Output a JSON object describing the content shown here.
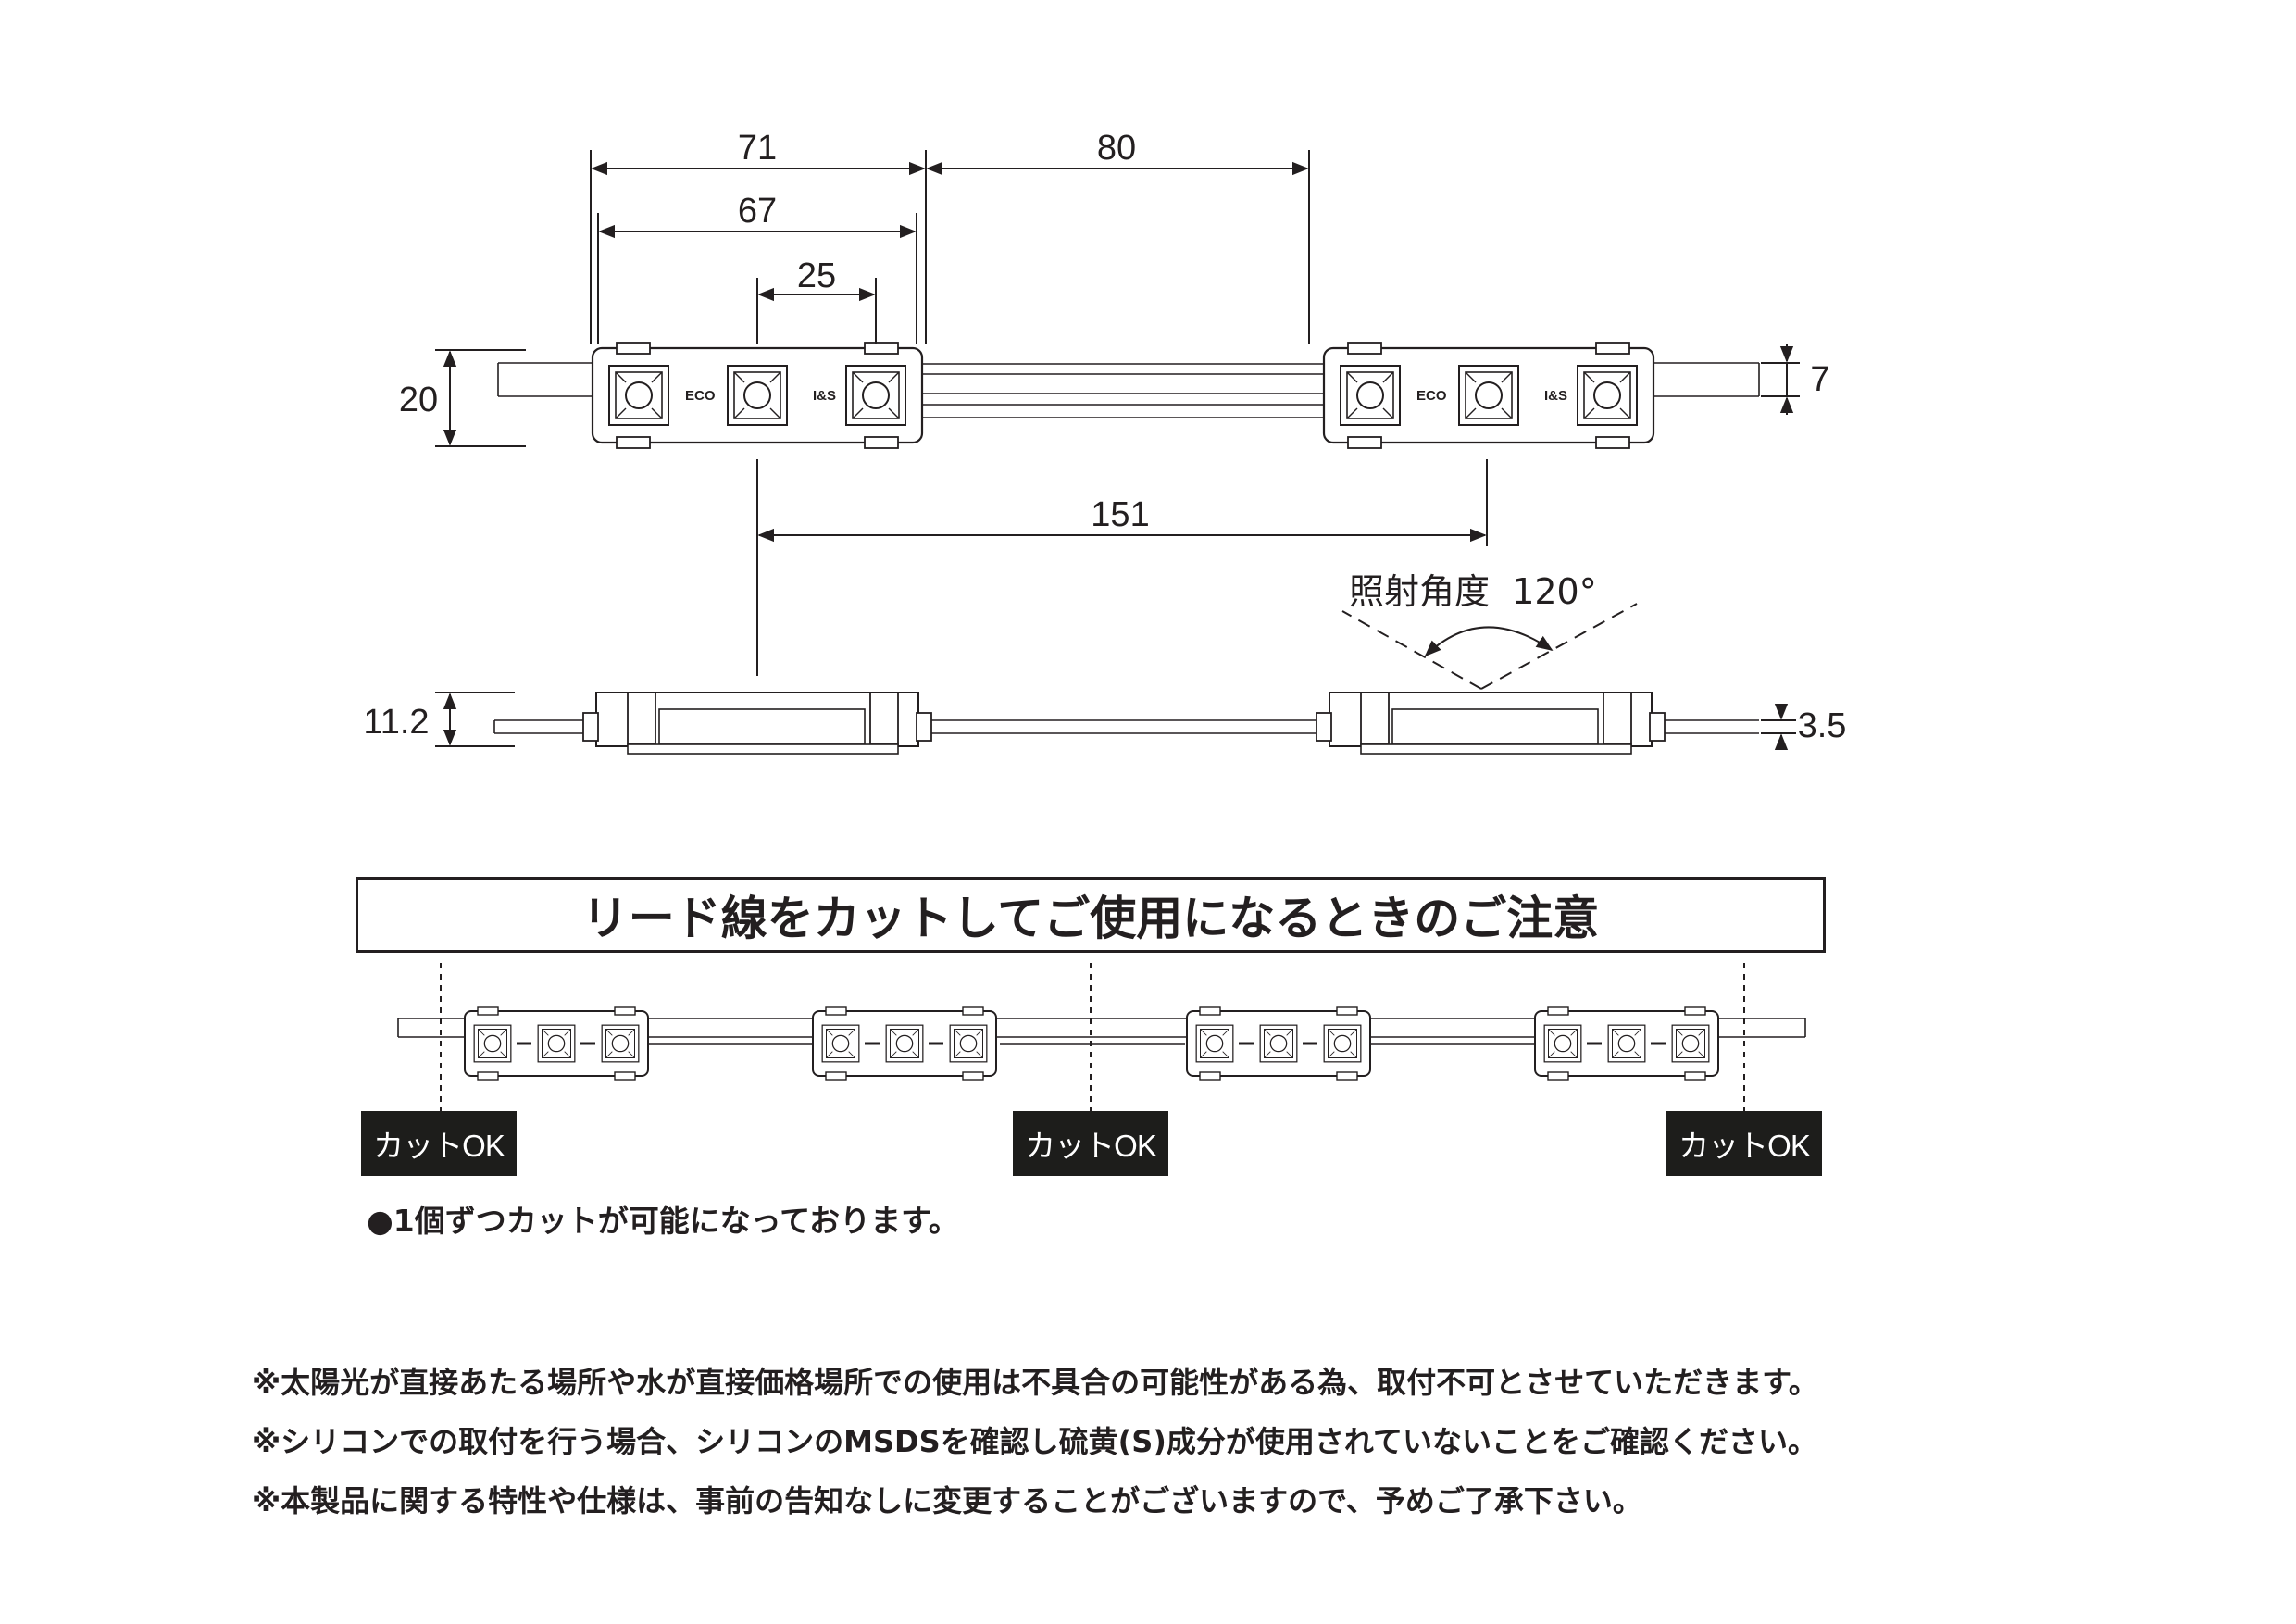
{
  "dimensions": {
    "pitch_71": "71",
    "spacing_80": "80",
    "width_67": "67",
    "led_25": "25",
    "height_20": "20",
    "wire_7": "7",
    "center_151": "151",
    "thickness_11_2": "11.2",
    "wire_3_5": "3.5"
  },
  "module_labels": {
    "left": "ECO",
    "right": "I&S"
  },
  "angle": {
    "label": "照射角度",
    "value": "120°"
  },
  "cut_section": {
    "title": "リード線をカットしてご使用になるときのご注意",
    "tags": [
      "カットOK",
      "カットOK",
      "カットOK"
    ],
    "note": "●1個ずつカットが可能になっております。"
  },
  "cautions": [
    "※太陽光が直接あたる場所や水が直接価格場所での使用は不具合の可能性がある為、取付不可とさせていただきます。",
    "※シリコンでの取付を行う場合、シリコンのMSDSを確認し硫黄(S)成分が使用されていないことをご確認ください。",
    "※本製品に関する特性や仕様は、事前の告知なしに変更することがございますので、予めご了承下さい。"
  ]
}
